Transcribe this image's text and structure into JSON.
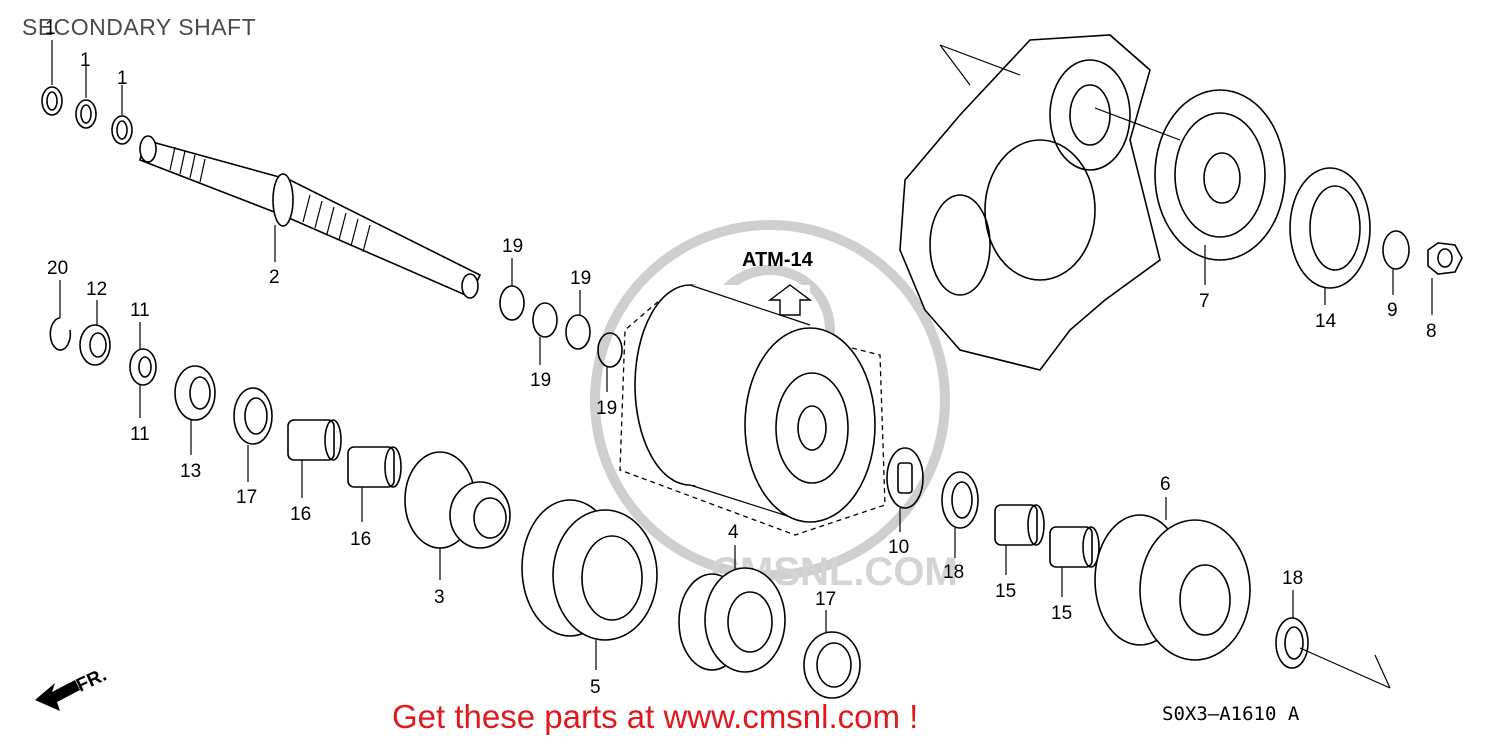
{
  "title": "SECONDARY SHAFT",
  "reference_label": "ATM-14",
  "front_label": "FR.",
  "watermark_text": ".CMSNL.COM",
  "footer_text": "Get these parts at www.cmsnl.com !",
  "diagram_code": "S0X3—A1610 A",
  "callouts": {
    "c1a": "1",
    "c1b": "1",
    "c1c": "1",
    "c2": "2",
    "c3": "3",
    "c4": "4",
    "c5": "5",
    "c6": "6",
    "c7": "7",
    "c8": "8",
    "c9": "9",
    "c10": "10",
    "c11a": "11",
    "c11b": "11",
    "c12": "12",
    "c13": "13",
    "c14": "14",
    "c15a": "15",
    "c15b": "15",
    "c16a": "16",
    "c16b": "16",
    "c17a": "17",
    "c17b": "17",
    "c18a": "18",
    "c18b": "18",
    "c19a": "19",
    "c19b": "19",
    "c19c": "19",
    "c19d": "19",
    "c20": "20"
  },
  "colors": {
    "footer": "#e0191e",
    "watermark": "#cfcfcf",
    "line": "#000000"
  }
}
